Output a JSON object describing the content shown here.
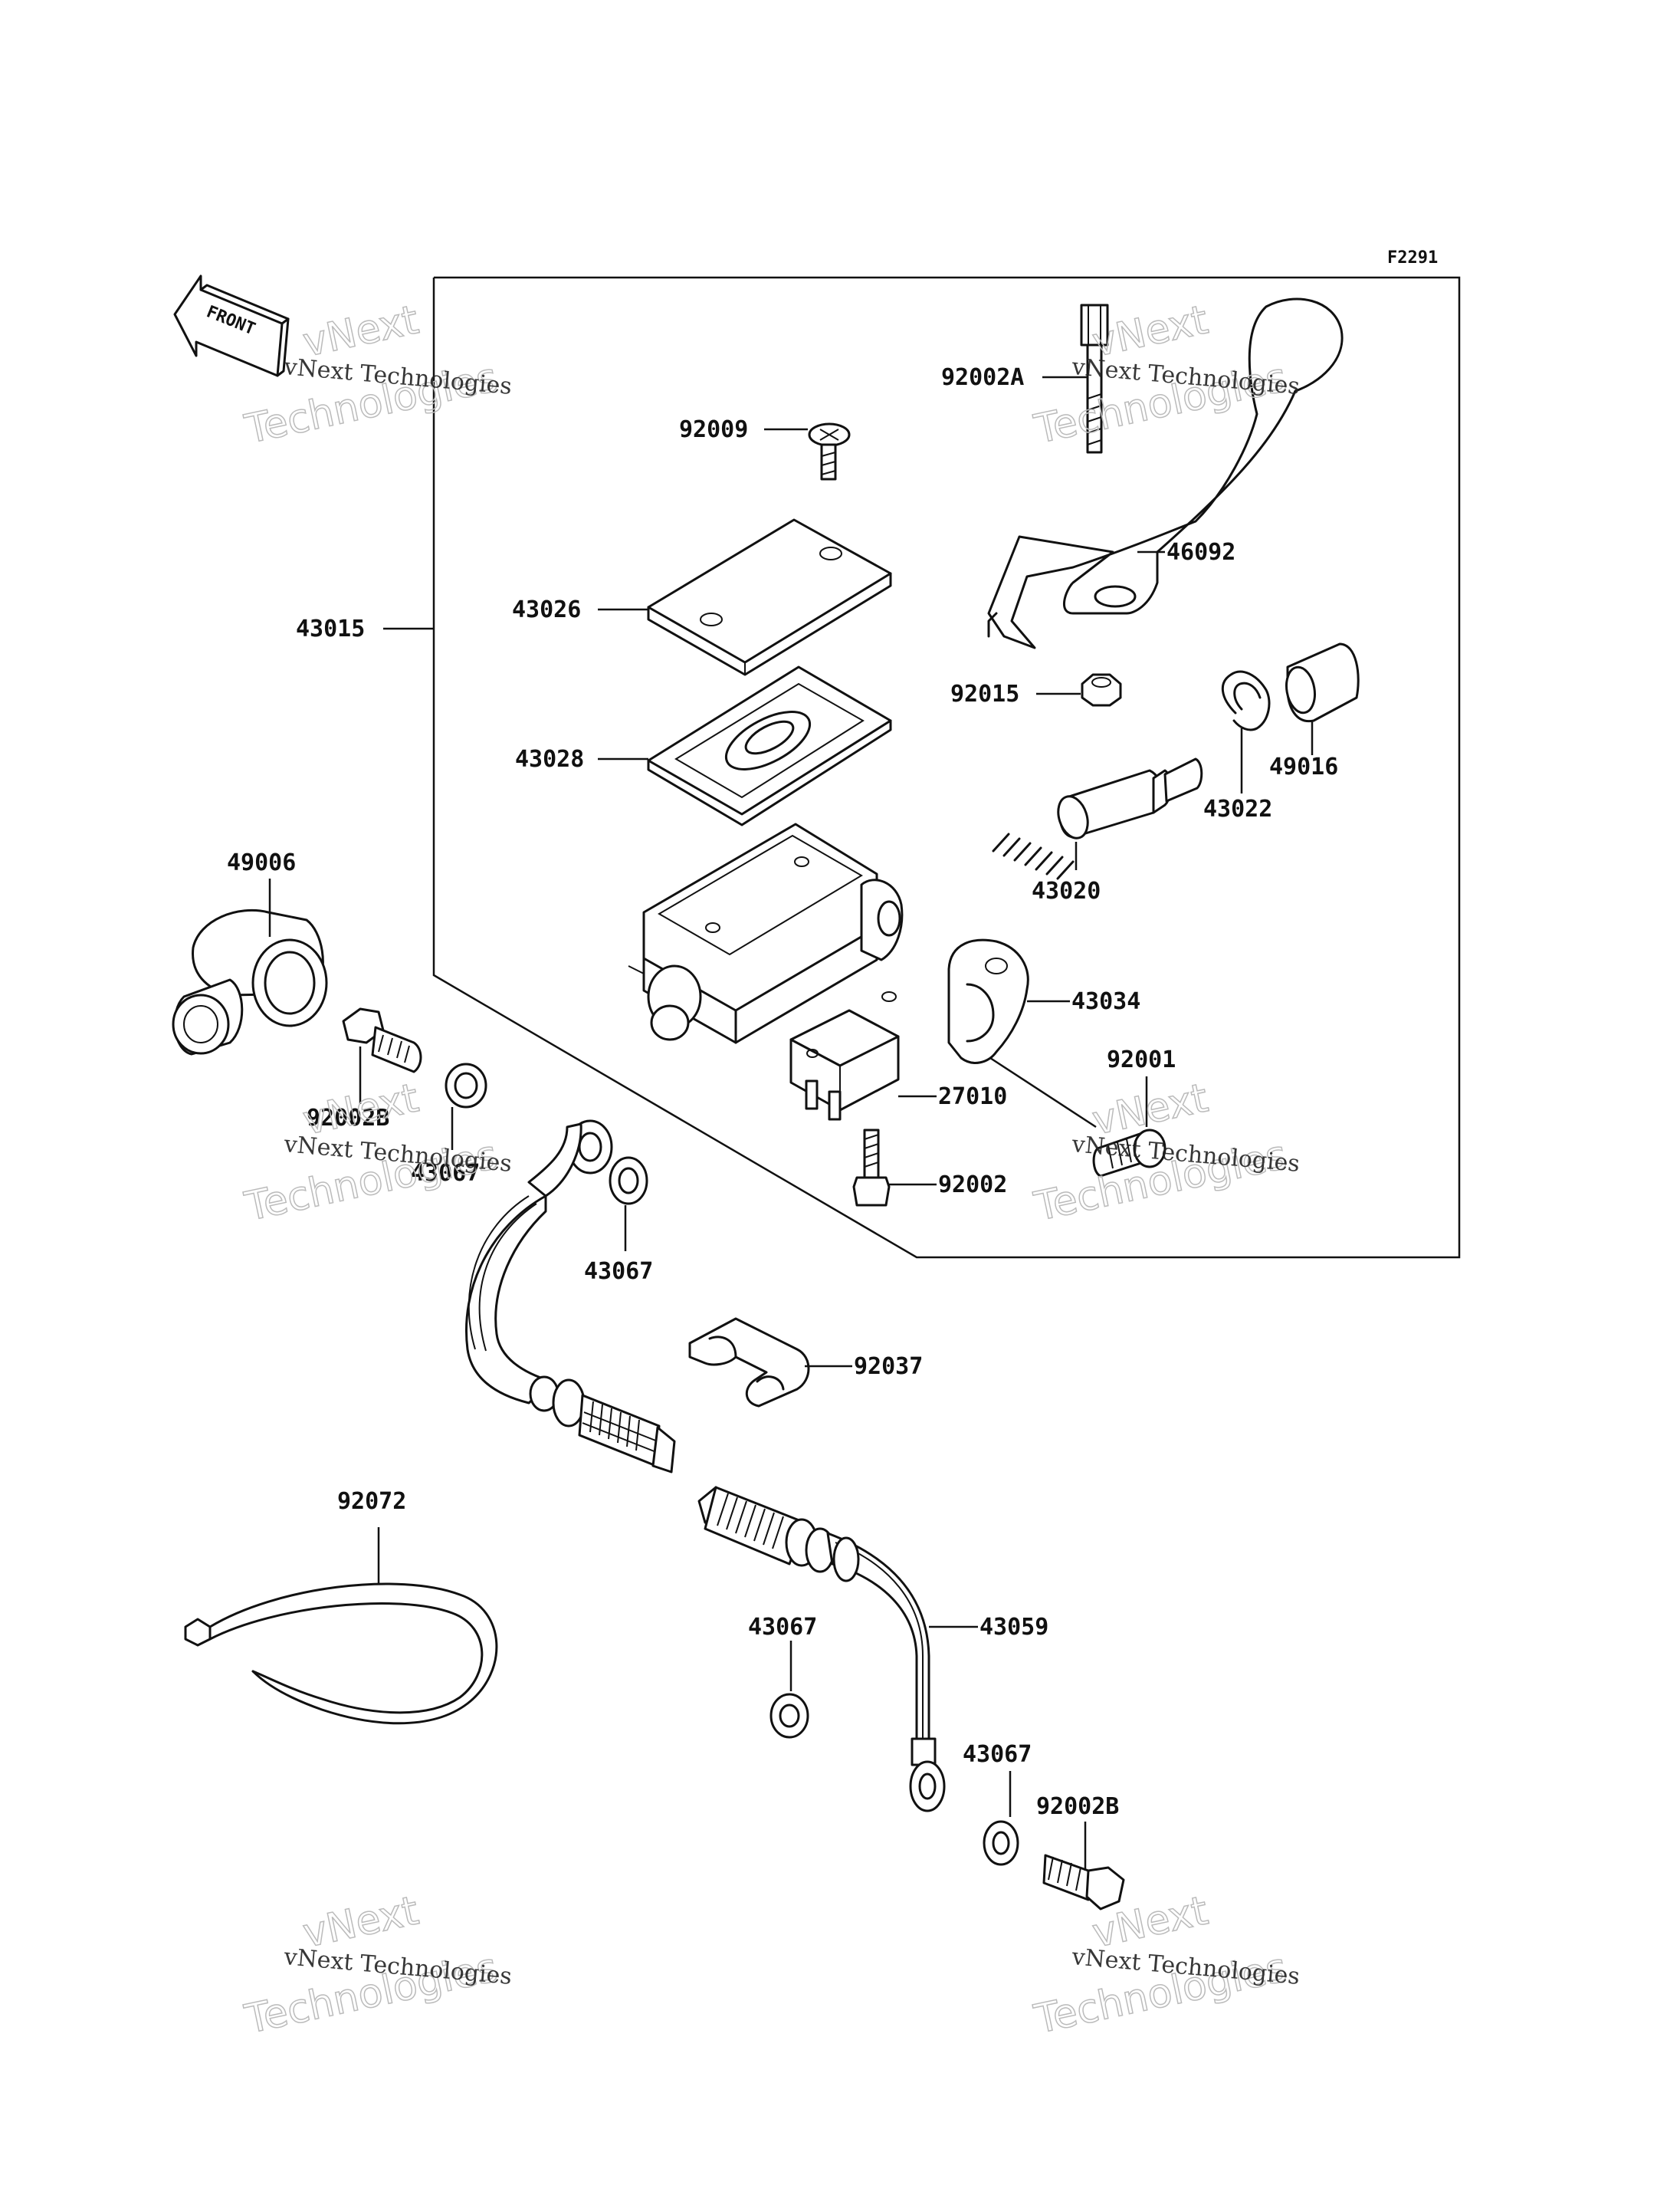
{
  "figure_code": "F2291",
  "front_marker": "FRONT",
  "watermark": {
    "line1": "vNext Technologies",
    "line2": "vNext",
    "line3": "Technologies"
  },
  "parts": {
    "p43015": "43015",
    "p92009": "92009",
    "p92002A": "92002A",
    "p46092": "46092",
    "p43026": "43026",
    "p43028": "43028",
    "p92015": "92015",
    "p49016": "49016",
    "p43022": "43022",
    "p43020": "43020",
    "p49006": "49006",
    "p43034": "43034",
    "p92001": "92001",
    "p27010": "27010",
    "p92002B_a": "92002B",
    "p43067_a": "43067",
    "p92002": "92002",
    "p43067_b": "43067",
    "p92037": "92037",
    "p92072": "92072",
    "p43059": "43059",
    "p43067_c": "43067",
    "p43067_d": "43067",
    "p92002B_b": "92002B"
  }
}
